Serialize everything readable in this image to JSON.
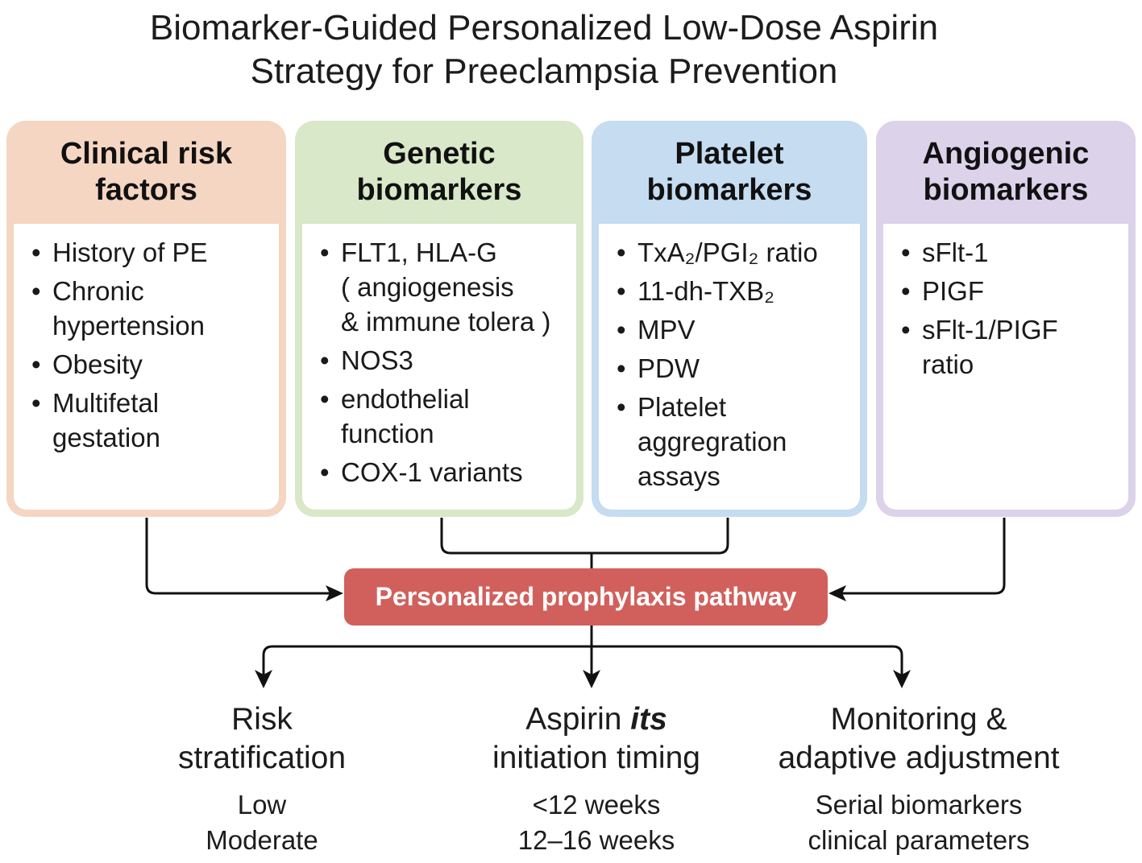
{
  "title": {
    "line1": "Biomarker-Guided Personalized Low-Dose Aspirin",
    "line2": "Strategy for Preeclampsia Prevention"
  },
  "cards": {
    "clinical": {
      "heading": [
        "Clinical risk",
        "factors"
      ],
      "items": [
        [
          "History of PE"
        ],
        [
          "Chronic",
          "hypertension"
        ],
        [
          "Obesity"
        ],
        [
          "Multifetal",
          "gestation"
        ]
      ],
      "color": "#f5d6c2"
    },
    "genetic": {
      "heading": [
        "Genetic",
        "biomarkers"
      ],
      "items": [
        [
          "FLT1, HLA-G",
          "( angiogenesis",
          "& immune tolera )"
        ],
        [
          "NOS3"
        ],
        [
          "endothelial",
          "function"
        ],
        [
          "COX-1 variants"
        ]
      ],
      "color": "#d8e8c8"
    },
    "platelet": {
      "heading": [
        "Platelet",
        "biomarkers"
      ],
      "items": [
        [
          "TxA₂/PGI₂ ratio"
        ],
        [
          "11-dh-TXB₂"
        ],
        [
          "MPV"
        ],
        [
          "PDW"
        ],
        [
          "Platelet",
          "aggregration",
          "assays"
        ]
      ],
      "color": "#c5dcf1"
    },
    "angio": {
      "heading": [
        "Angiogenic",
        "biomarkers"
      ],
      "items": [
        [
          "sFlt-1"
        ],
        [
          "PIGF"
        ],
        [
          "sFlt-1/PIGF",
          "ratio"
        ]
      ],
      "color": "#dcd2ea"
    }
  },
  "pathway": {
    "label": "Personalized prophylaxis pathway",
    "color": "#d1605c"
  },
  "outcomes": {
    "risk": {
      "title": [
        "Risk",
        "stratification"
      ],
      "sub": [
        "Low",
        "Moderate"
      ]
    },
    "aspirin": {
      "title_a": "Aspirin ",
      "title_b": "its",
      "title_line2": "initiation timing",
      "sub": [
        "<12 weeks",
        "12–16 weeks"
      ]
    },
    "monitoring": {
      "title": [
        "Monitoring &",
        "adaptive adjustment"
      ],
      "sub": [
        "Serial biomarkers",
        "clinical parameters"
      ]
    }
  }
}
